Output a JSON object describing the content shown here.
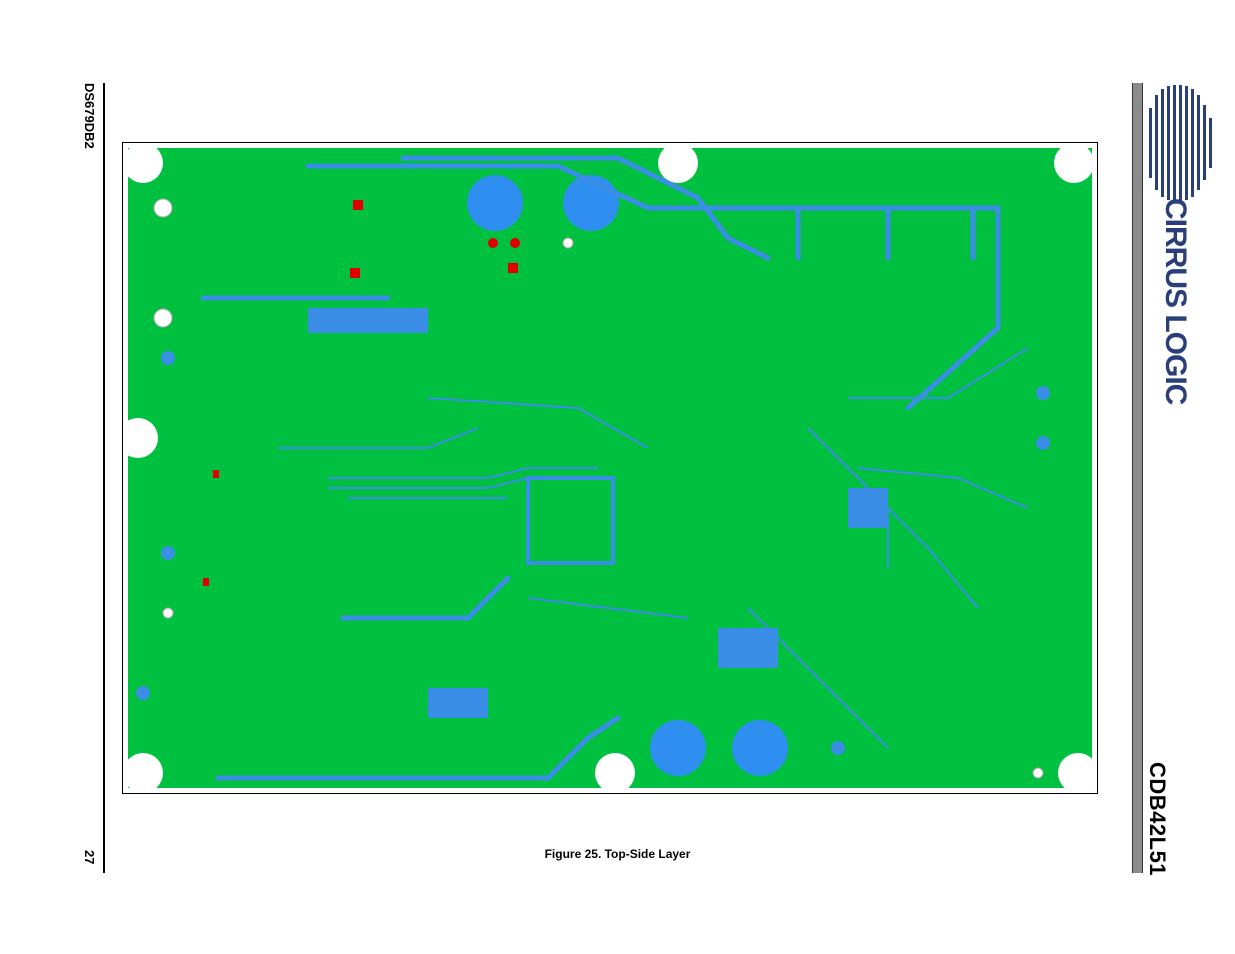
{
  "header": {
    "doc_id": "DS679DB2",
    "product": "CDB42L51",
    "page_number": "27"
  },
  "brand": {
    "logo_text": "CIRRUS LOGIC",
    "logo_color": "#2a3e7a"
  },
  "figure": {
    "caption": "Figure 25.  Top-Side Layer"
  },
  "colors": {
    "board": "#00c040",
    "trace": "#3a8ee6",
    "pad_red": "#e00000",
    "pad_pink": "#f0a0b0",
    "hole": "#ffffff"
  }
}
